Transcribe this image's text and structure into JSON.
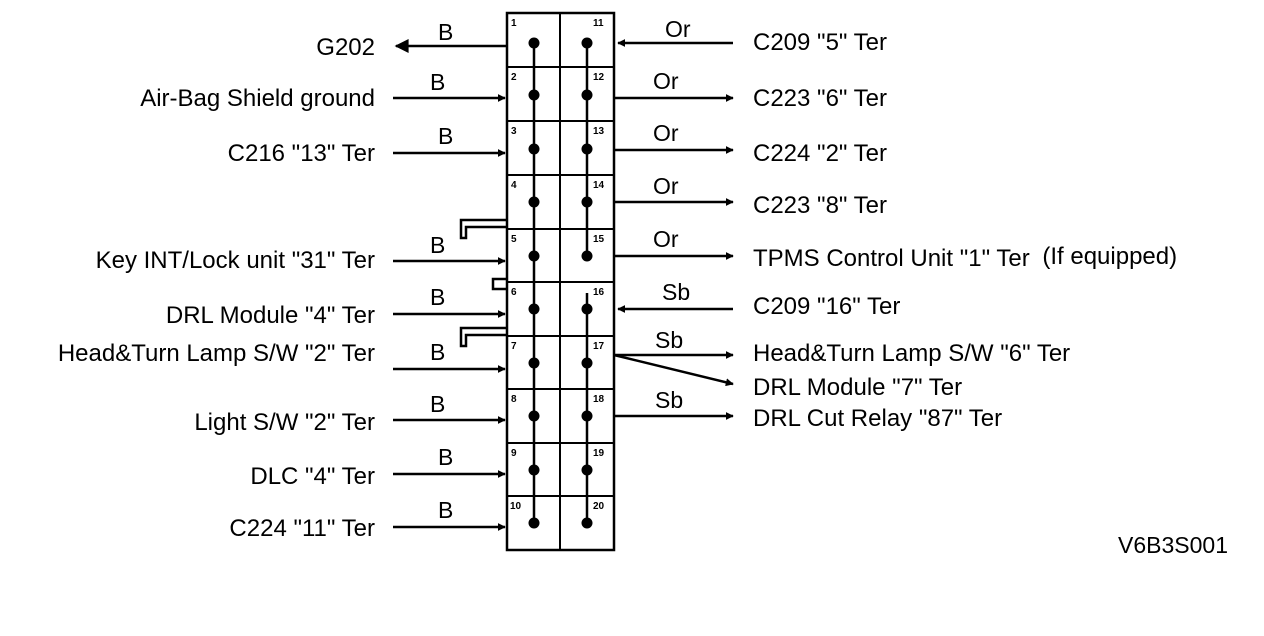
{
  "diagram": {
    "code": "V6B3S001",
    "left_pins": [
      "1",
      "2",
      "3",
      "4",
      "5",
      "6",
      "7",
      "8",
      "9",
      "10"
    ],
    "right_pins": [
      "11",
      "12",
      "13",
      "14",
      "15",
      "16",
      "17",
      "18",
      "19",
      "20"
    ],
    "left_connections": [
      {
        "pin": "1",
        "label": "G202",
        "wire": "B",
        "direction": "out"
      },
      {
        "pin": "2",
        "label": "Air-Bag Shield ground",
        "wire": "B",
        "direction": "in"
      },
      {
        "pin": "3",
        "label": "C216 \"13\" Ter",
        "wire": "B",
        "direction": "in"
      },
      {
        "pin": "5",
        "label": "Key INT/Lock unit \"31\" Ter",
        "wire": "B",
        "direction": "in"
      },
      {
        "pin": "6",
        "label": "DRL Module \"4\" Ter",
        "wire": "B",
        "direction": "in"
      },
      {
        "pin": "7",
        "label": "Head&Turn Lamp S/W \"2\" Ter",
        "wire": "B",
        "direction": "in"
      },
      {
        "pin": "8",
        "label": "Light S/W \"2\" Ter",
        "wire": "B",
        "direction": "in"
      },
      {
        "pin": "9",
        "label": "DLC \"4\" Ter",
        "wire": "B",
        "direction": "in"
      },
      {
        "pin": "10",
        "label": "C224 \"11\" Ter",
        "wire": "B",
        "direction": "in"
      }
    ],
    "right_connections": [
      {
        "pin": "11",
        "label": "C209 \"5\" Ter",
        "wire": "Or",
        "direction": "in"
      },
      {
        "pin": "12",
        "label": "C223 \"6\" Ter",
        "wire": "Or",
        "direction": "out"
      },
      {
        "pin": "13",
        "label": "C224 \"2\" Ter",
        "wire": "Or",
        "direction": "out"
      },
      {
        "pin": "14",
        "label": "C223 \"8\" Ter",
        "wire": "Or",
        "direction": "out"
      },
      {
        "pin": "15",
        "label": "TPMS Control Unit \"1\" Ter",
        "suffix": "(If equipped)",
        "wire": "Or",
        "direction": "out"
      },
      {
        "pin": "16",
        "label": "C209 \"16\" Ter",
        "wire": "Sb",
        "direction": "in"
      },
      {
        "pin": "17",
        "label": "Head&Turn Lamp S/W \"6\" Ter",
        "wire": "Sb",
        "direction": "out"
      },
      {
        "pin": "17",
        "label": "DRL Module \"7\" Ter",
        "wire": "",
        "direction": "out"
      },
      {
        "pin": "18",
        "label": "DRL Cut Relay \"87\" Ter",
        "wire": "Sb",
        "direction": "out"
      }
    ]
  }
}
